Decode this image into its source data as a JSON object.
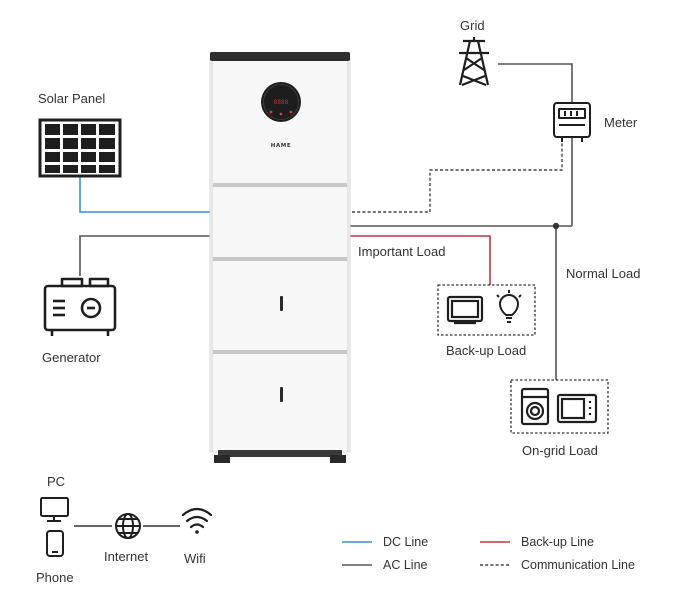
{
  "labels": {
    "solar_panel": "Solar Panel",
    "grid": "Grid",
    "meter": "Meter",
    "generator": "Generator",
    "important_load": "Important Load",
    "normal_load": "Normal Load",
    "backup_load": "Back-up Load",
    "ongrid_load": "On-grid Load",
    "pc": "PC",
    "phone": "Phone",
    "internet": "Internet",
    "wifi": "Wifi"
  },
  "device": {
    "brand": "HAME",
    "display_digits": "8888"
  },
  "legend": {
    "dc_line": "DC Line",
    "ac_line": "AC Line",
    "backup_line": "Back-up Line",
    "communication_line": "Communication Line"
  },
  "colors": {
    "dc_line": "#3a8fd0",
    "ac_line": "#555555",
    "backup_line": "#c0373d",
    "communication_line": "#444444",
    "cabinet_top": "#2e2e2e",
    "cabinet_body": "#f7f7f7"
  }
}
